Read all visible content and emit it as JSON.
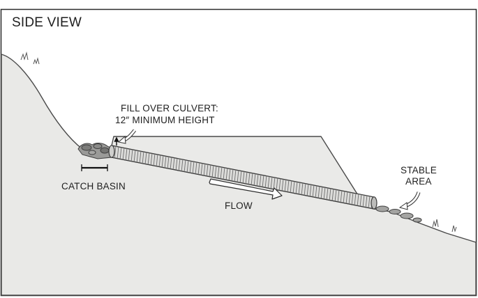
{
  "figure": {
    "title": "SIDE VIEW",
    "labels": {
      "fill_over_culvert_line1": "FILL OVER CULVERT:",
      "fill_over_culvert_line2": "12″ MINIMUM HEIGHT",
      "catch_basin": "CATCH BASIN",
      "flow": "FLOW",
      "stable_area_line1": "STABLE",
      "stable_area_line2": "AREA"
    },
    "colors": {
      "ground": "#e9e9e7",
      "fill": "#eaeae8",
      "outline": "#4a4a4a",
      "pipe": "#dcdcda",
      "pipe_ridge": "#6e6e6e",
      "rock": "#9a9a98",
      "text": "#1e1e1e"
    }
  }
}
